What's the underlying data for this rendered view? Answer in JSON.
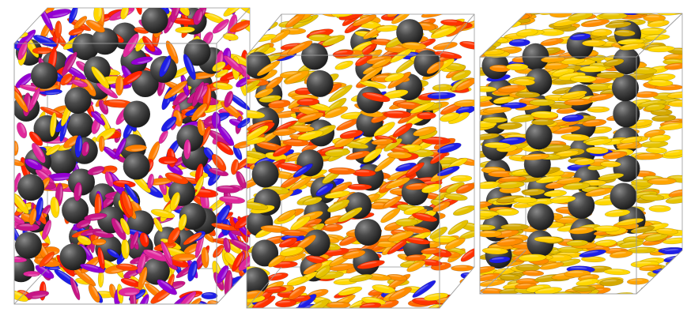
{
  "figure": {
    "panels": [
      {
        "name": "panel-isotropic",
        "order": "disordered",
        "ellipsoid_palette": [
          "#ff4500",
          "#ff7f00",
          "#e0289b",
          "#c71585",
          "#9400d3",
          "#1e1ee6",
          "#ff2400",
          "#ffd700"
        ]
      },
      {
        "name": "panel-intermediate",
        "order": "partially-aligned",
        "ellipsoid_palette": [
          "#ff8c00",
          "#ffa500",
          "#ffd700",
          "#ff6a00",
          "#e5c100",
          "#ff3300",
          "#1e1ee6",
          "#c71585"
        ]
      },
      {
        "name": "panel-smectic",
        "order": "layered-aligned",
        "ellipsoid_palette": [
          "#ffd700",
          "#e6c200",
          "#ffcc00",
          "#ffa500",
          "#d4a800",
          "#ff8c00",
          "#1e1ee6",
          "#9400d3"
        ]
      }
    ],
    "sphere_color": "#3e3e3e",
    "box_edge_color": "#9a9a9a",
    "background_color": "#ffffff"
  }
}
